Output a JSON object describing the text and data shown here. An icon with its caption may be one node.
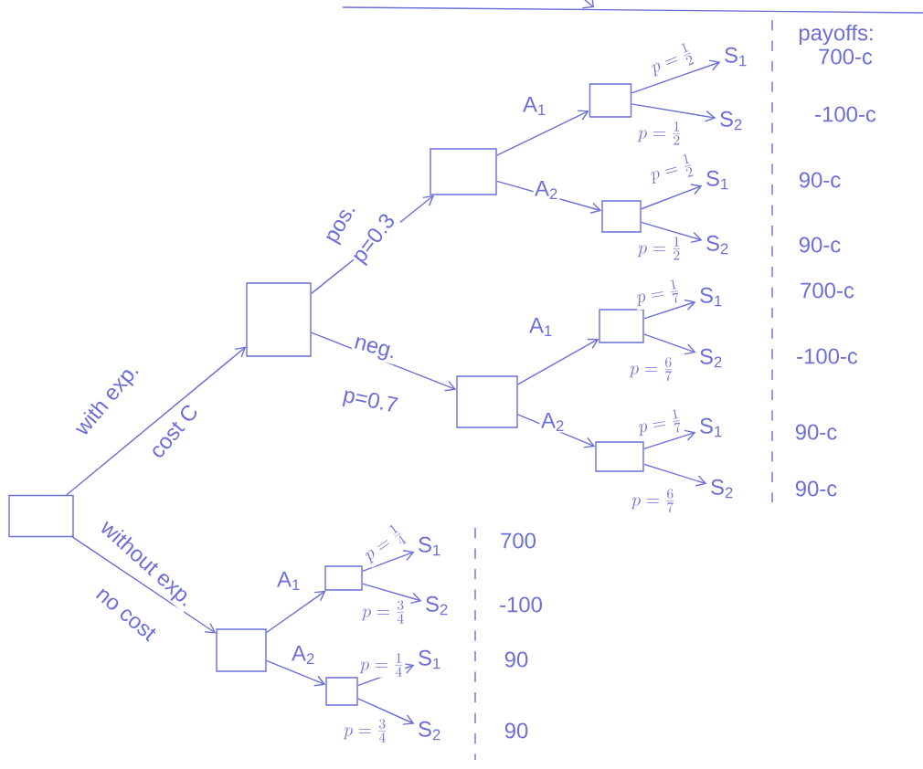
{
  "diagram": {
    "nodes": [
      {
        "text": [],
        "shape": "box"
      },
      {
        "text": [],
        "shape": "box"
      },
      {
        "text": [],
        "shape": "box"
      },
      {
        "text": [],
        "shape": "box"
      },
      {
        "text": [],
        "shape": "box"
      },
      {
        "text": [],
        "shape": "box"
      },
      {
        "text": [],
        "shape": "box"
      },
      {
        "text": [],
        "shape": "box"
      },
      {
        "text": [],
        "shape": "box"
      },
      {
        "text": [],
        "shape": "box"
      },
      {
        "text": [],
        "shape": "box"
      },
      {
        "text": [
          "S$_{1}$"
        ]
      },
      {
        "text": [
          "S$_{2}$"
        ]
      },
      {
        "text": [
          "S$_{1}$"
        ]
      },
      {
        "text": [
          "S$_{2}$"
        ]
      },
      {
        "text": [
          "S$_{1}$"
        ]
      },
      {
        "text": [
          "S$_{2}$"
        ]
      },
      {
        "text": [
          "S$_{1}$"
        ]
      },
      {
        "text": [
          "S$_{2}$"
        ]
      },
      {
        "text": [
          "S$_{1}$"
        ]
      },
      {
        "text": [
          "S$_{2}$"
        ]
      },
      {
        "text": [
          "S$_{1}$"
        ]
      },
      {
        "text": [
          "S$_{2}$"
        ]
      }
    ],
    "edges": [
      {
        "from": 0,
        "to": 1,
        "arrow": "to",
        "label": "with exp."
      },
      {
        "from": 1,
        "to": 2,
        "arrow": "to",
        "label": "p=0.3"
      },
      {
        "from": 1,
        "to": 5,
        "arrow": "to",
        "label": "p=0.7"
      },
      {
        "from": 2,
        "to": 3,
        "arrow": "to",
        "label": "A$_{1}$"
      },
      {
        "from": 2,
        "to": 4,
        "arrow": "to",
        "label": "A$_{2}$"
      },
      {
        "from": 3,
        "to": 11,
        "arrow": "to",
        "label": "p=\\frac{1}{2}"
      },
      {
        "from": 3,
        "to": 12,
        "arrow": "to",
        "label": "p=\\frac{1}{2}"
      },
      {
        "from": 4,
        "to": 13,
        "arrow": "to",
        "label": "p=\\frac{1}{2}"
      },
      {
        "from": 4,
        "to": 14,
        "arrow": "to",
        "label": "p=\\frac{1}{2}"
      },
      {
        "from": 5,
        "to": 6,
        "arrow": "to",
        "label": "A$_{1}$"
      },
      {
        "from": 5,
        "to": 7,
        "arrow": "to",
        "label": "A$_{2}$"
      },
      {
        "from": 6,
        "to": 15,
        "arrow": "to",
        "label": "p=\\frac{1}{7}"
      },
      {
        "from": 6,
        "to": 16,
        "arrow": "to",
        "label": "p=\\frac{6}{7}"
      },
      {
        "from": 7,
        "to": 17,
        "arrow": "to",
        "label": "p=\\frac{1}{7}"
      },
      {
        "from": 7,
        "to": 18,
        "arrow": "to",
        "label": "p=\\frac{6}{7}"
      },
      {
        "from": 0,
        "to": 8,
        "arrow": "to",
        "label": "without exp."
      },
      {
        "from": 8,
        "to": 9,
        "arrow": "to",
        "label": "A$_{1}$"
      },
      {
        "from": 8,
        "to": 10,
        "arrow": "to",
        "label": "A$_{2}$"
      },
      {
        "from": 9,
        "to": 19,
        "arrow": "to",
        "label": "p=\\frac{1}{4}"
      },
      {
        "from": 9,
        "to": 20,
        "arrow": "to",
        "label": "p=\\frac{3}{4}"
      },
      {
        "from": 10,
        "to": 21,
        "arrow": "to",
        "label": "p=\\frac{1}{4}"
      },
      {
        "from": 10,
        "to": 22,
        "arrow": "to",
        "label": "p=\\frac{3}{4}"
      }
    ],
    "labels": [
      "payoffs:",
      "700-c",
      "-100-c",
      "90-c",
      "90-c",
      "pos.",
      "700-c",
      "-100-c",
      "90-c",
      "90-c",
      "cost C",
      "neg.",
      "no cost",
      "700",
      "-100",
      "90",
      "90"
    ]
  }
}
